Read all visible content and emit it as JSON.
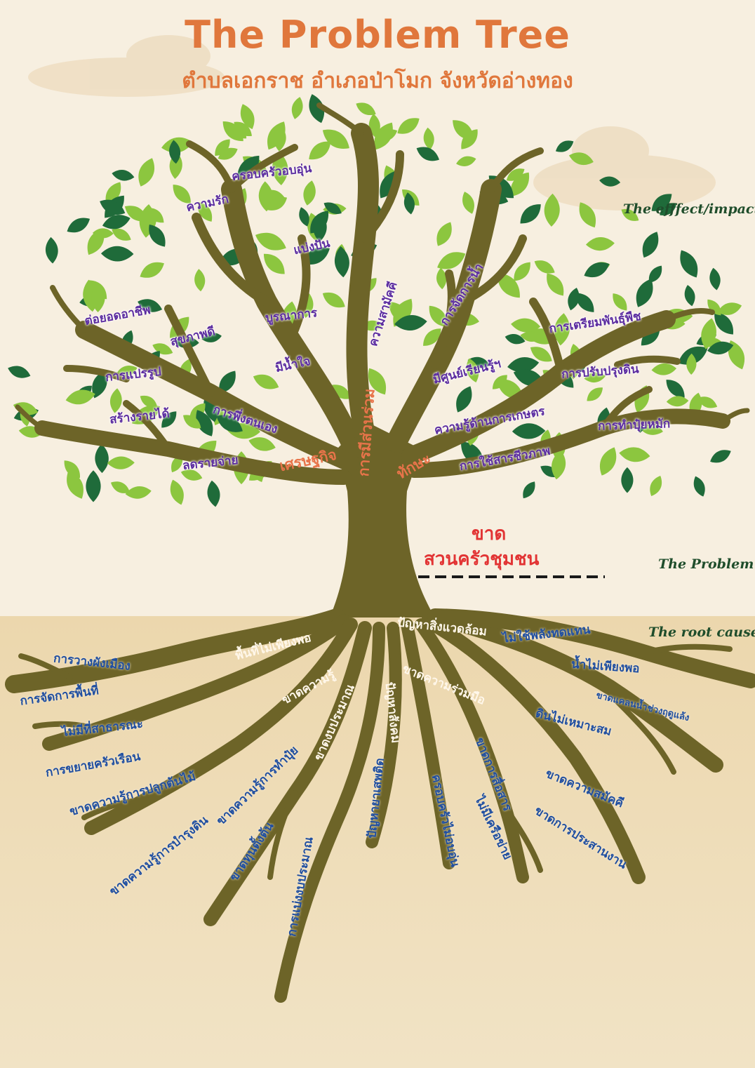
{
  "title": "The Problem Tree",
  "subtitle": "ตำบลเอกราช อำเภอป่าโมก จังหวัดอ่างทอง",
  "sections": {
    "effect": "The efffect/impact",
    "problem": "The Problem",
    "root_cause": "The root cause"
  },
  "problem": {
    "line1": "ขาด",
    "line2": "สวนครัวชุมชน"
  },
  "colors": {
    "title": "#e0773c",
    "trunk": "#6d6428",
    "leaf_light": "#8cc63f",
    "leaf_dark": "#1f6b3a",
    "problem": "#e23434",
    "effect_text": "#5b2ca0",
    "cause_text": "#1f4ea0",
    "section_text": "#1f4d2b"
  },
  "effects": {
    "e1": "ครอบครัวอบอุ่น",
    "e2": "ความรัก",
    "e3": "แบ่งปัน",
    "e4": "บูรณาการ",
    "e5": "มีน้ำใจ",
    "e6": "ความสามัคคี",
    "e7": "การจัดการน้ำ",
    "e8": "ต่อยอดอาชีพ",
    "e9": "สุขภาพดี",
    "e10": "การเตรียมพันธุ์พืช",
    "e11": "มีศูนย์เรียนรู้ฯ",
    "e12": "การแปรรูป",
    "e13": "การปรับปรุงดิน",
    "e14": "สร้างรายได้",
    "e15": "การพึ่งตนเอง",
    "e16": "ความรู้ด้านการเกษตร",
    "e17": "การทำปุ๋ยหมัก",
    "e18": "ลดรายจ่าย",
    "e19": "การใช้สารชีวภาพ"
  },
  "trunk_labels": {
    "t1": "เศรษฐกิจ",
    "t2": "การมีส่วนร่วม",
    "t3": "ทักษะ"
  },
  "root_main": {
    "r1": "พื้นที่ไม่เพียงพอ",
    "r2": "ปัญหาสิ่งแวดล้อม",
    "r3": "ขาดความรู้",
    "r4": "ขาดความร่วมมือ",
    "r5": "ขาดงบประมาณ",
    "r6": "ปัญหาสังคม"
  },
  "causes": {
    "c1": "การวางผังเมือง",
    "c2": "การจัดการพื้นที่",
    "c3": "ไม่มีที่สาธารณะ",
    "c4": "การขยายครัวเรือน",
    "c5": "ขาดความรู้การปลูกต้นไม้",
    "c6": "ขาดความรู้การบำรุงดิน",
    "c7": "ขาดความรู้การทำปุ๋ย",
    "c8": "ขาดทุนตั้งต้น",
    "c9": "การแบ่งงบประมาณ",
    "c10": "ปัญหายาเสพติด",
    "c11": "ครอบครัวไม่อบอุ่น",
    "c12": "ขาดการสื่อสาร",
    "c13": "ไม่มีเครือข่าย",
    "c14": "ไม่ใช้พลังทดแทน",
    "c15": "น้ำไม่เพียงพอ",
    "c16": "ขาดแคลนน้ำช่วงฤดูแล้ง",
    "c17": "ดินไม่เหมาะสม",
    "c18": "ขาดความสมัคคี",
    "c19": "ขาดการประสานงาน"
  }
}
